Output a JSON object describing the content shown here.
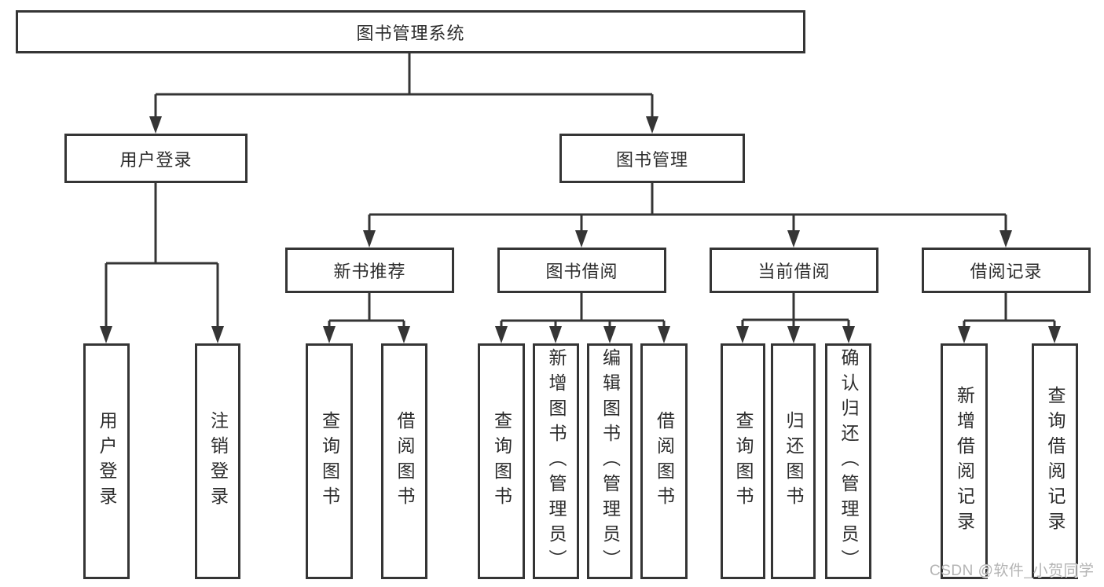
{
  "watermark": "CSDN @软件_小贺同学",
  "colors": {
    "line": "#353535",
    "text": "#2c2c2c",
    "background": "#ffffff",
    "watermark": "#b4b4b4"
  },
  "tree": {
    "label": "图书管理系统",
    "children": [
      {
        "label": "用户登录",
        "children": [
          {
            "label": "用户登录"
          },
          {
            "label": "注销登录"
          }
        ]
      },
      {
        "label": "图书管理",
        "children": [
          {
            "label": "新书推荐",
            "children": [
              {
                "label": "查询图书"
              },
              {
                "label": "借阅图书"
              }
            ]
          },
          {
            "label": "图书借阅",
            "children": [
              {
                "label": "查询图书"
              },
              {
                "label": "新增图书（管理员）"
              },
              {
                "label": "编辑图书（管理员）"
              },
              {
                "label": "借阅图书"
              }
            ]
          },
          {
            "label": "当前借阅",
            "children": [
              {
                "label": "查询图书"
              },
              {
                "label": "归还图书"
              },
              {
                "label": "确认归还（管理员）"
              }
            ]
          },
          {
            "label": "借阅记录",
            "children": [
              {
                "label": "新增借阅记录"
              },
              {
                "label": "查询借阅记录"
              }
            ]
          }
        ]
      }
    ]
  }
}
